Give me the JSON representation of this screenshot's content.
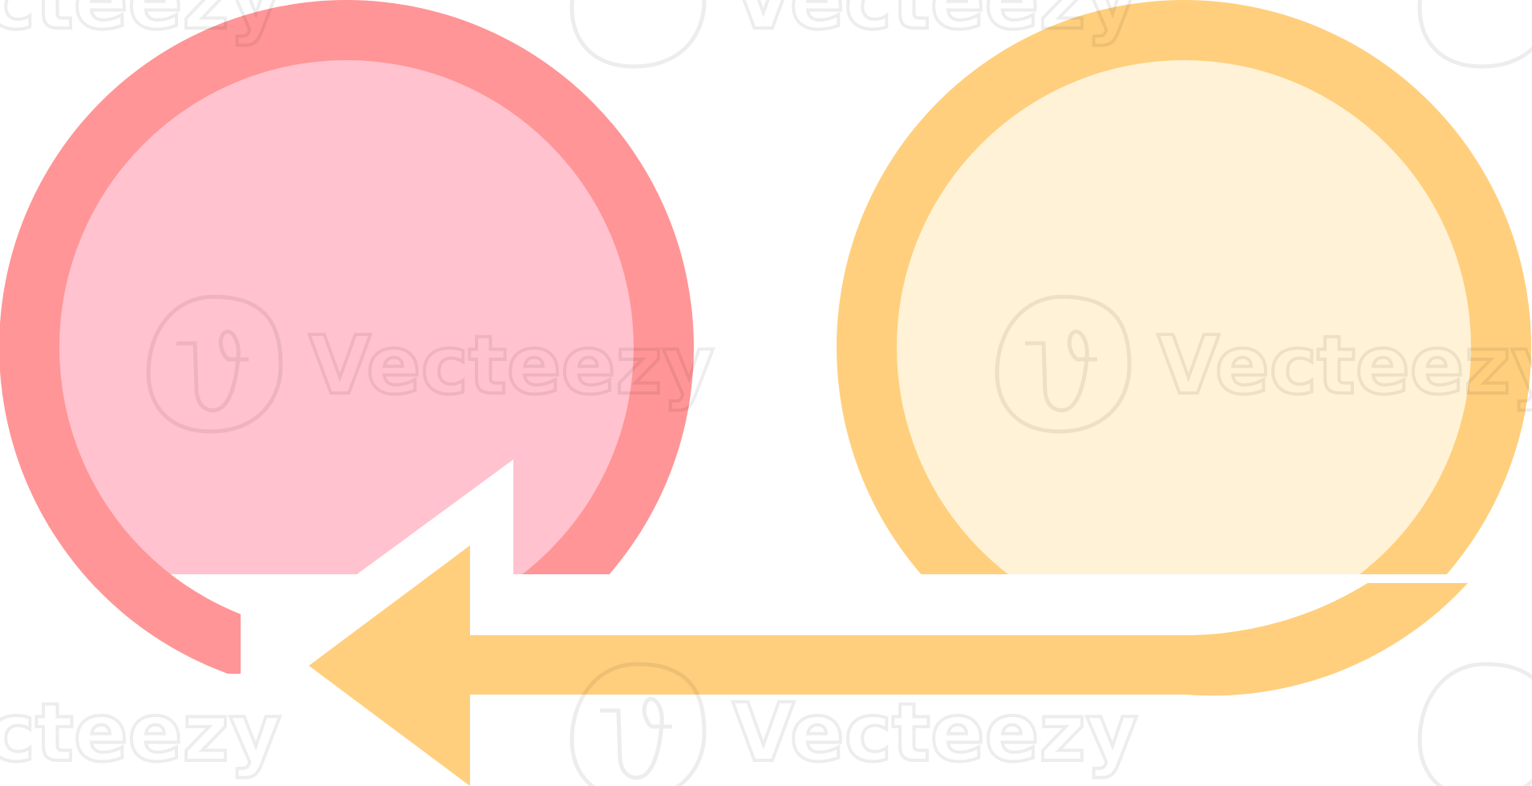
{
  "diagram": {
    "kind": "cycle-arrow-icon",
    "loops": [
      {
        "name": "red-loop",
        "ring_color": "#FF9596",
        "fill_color": "#FFC2CE"
      },
      {
        "name": "yellow-loop",
        "ring_color": "#FFCF7D",
        "fill_color": "#FFF2D6"
      }
    ],
    "arrow": {
      "direction": "left",
      "color": "#FFCF7D"
    },
    "background": "#FFFFFF"
  },
  "watermark": {
    "text": "Vecteezy"
  }
}
